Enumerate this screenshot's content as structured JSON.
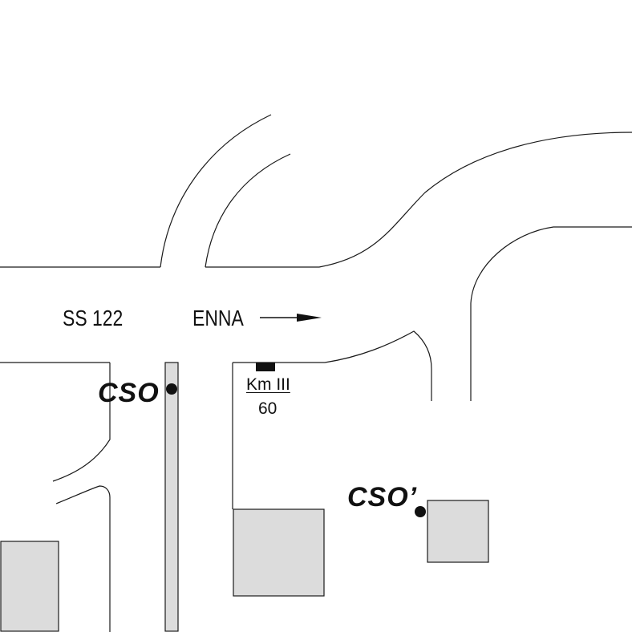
{
  "map": {
    "road_name": "SS 122",
    "direction_label": "ENNA",
    "direction_arrow_icon": "arrow-right-icon",
    "stations": [
      {
        "label": "CSO",
        "marker_icon": "station-dot-icon"
      },
      {
        "label": "CSO’",
        "marker_icon": "station-dot-icon"
      }
    ],
    "milestone": {
      "line1": "Km III",
      "line2": "60",
      "marker_icon": "milestone-marker-icon"
    },
    "colors": {
      "line": "#1a1a1a",
      "building_fill": "#dcdcdc",
      "background": "#ffffff"
    }
  }
}
